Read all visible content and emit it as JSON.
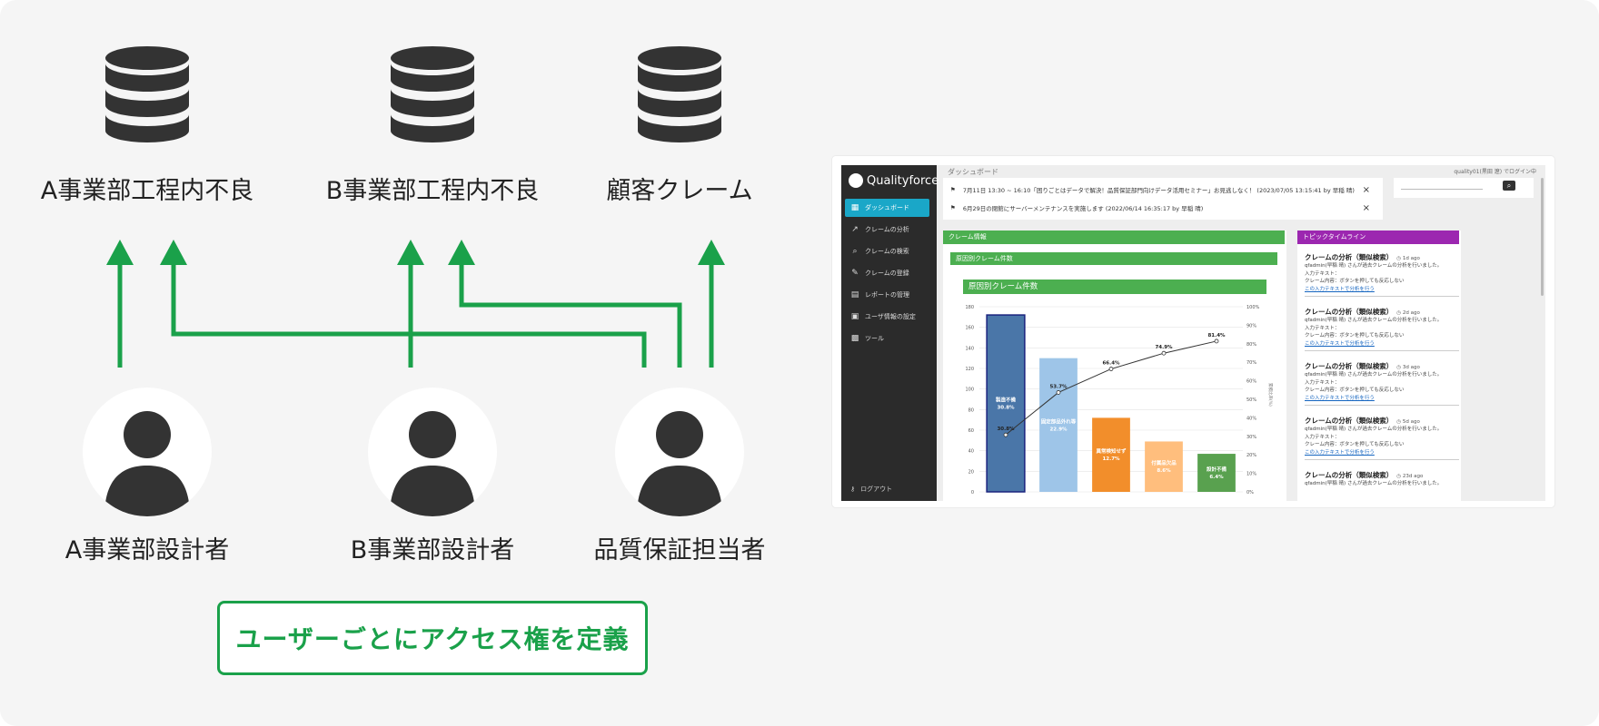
{
  "databases": [
    {
      "label": "A事業部工程内不良"
    },
    {
      "label": "B事業部工程内不良"
    },
    {
      "label": "顧客クレーム"
    }
  ],
  "users": [
    {
      "label": "A事業部設計者"
    },
    {
      "label": "B事業部設計者"
    },
    {
      "label": "品質保証担当者"
    }
  ],
  "access_note": "ユーザーごとにアクセス権を定義",
  "colors": {
    "accent": "#1aa14a",
    "dark_icon": "#333333"
  },
  "app": {
    "logo_text": "Qualityforce",
    "breadcrumb": "ダッシュボード",
    "user_info": "quality01(黒田 遼) でログイン中",
    "sidebar": [
      {
        "label": "ダッシュボード",
        "icon": "dashboard-icon"
      },
      {
        "label": "クレームの分析",
        "icon": "trend-icon"
      },
      {
        "label": "クレームの検索",
        "icon": "search-icon"
      },
      {
        "label": "クレームの登録",
        "icon": "pencil-icon"
      },
      {
        "label": "レポートの管理",
        "icon": "document-icon"
      },
      {
        "label": "ユーザ情報の設定",
        "icon": "user-card-icon"
      },
      {
        "label": "ツール",
        "icon": "tool-icon"
      }
    ],
    "logout": "ログアウト",
    "notices": [
      "7月11日 13:30 ~ 16:10「困りごとはデータで解決！品質保証部門向けデータ活用セミナー」お見逃しなく！ (2023/07/05 13:15:41 by 早稲 晴)",
      "6月29日の閉館にサーバーメンテナンスを実施します (2022/06/14 16:35:17 by 早稲 晴)"
    ],
    "panel_title": "クレーム情報",
    "sub_title": "原因別クレーム件数",
    "chart_title": "原因別クレーム件数",
    "timeline_title": "トピックタイムライン",
    "timeline": [
      {
        "title": "クレームの分析（類似検索）",
        "ago": "1d ago",
        "lines": [
          "qfadmin(早稲 晴) さんが過去クレームの分析を行いました。",
          "入力テキスト：",
          "クレーム内容：ボタンを押しても反応しない"
        ],
        "link": "この入力テキストで分析を行う"
      },
      {
        "title": "クレームの分析（類似検索）",
        "ago": "2d ago",
        "lines": [
          "qfadmin(早稲 晴) さんが過去クレームの分析を行いました。",
          "入力テキスト：",
          "クレーム内容：ボタンを押しても反応しない"
        ],
        "link": "この入力テキストで分析を行う"
      },
      {
        "title": "クレームの分析（類似検索）",
        "ago": "3d ago",
        "lines": [
          "qfadmin(早稲 晴) さんが過去クレームの分析を行いました。",
          "入力テキスト：",
          "クレーム内容：ボタンを押しても反応しない"
        ],
        "link": "この入力テキストで分析を行う"
      },
      {
        "title": "クレームの分析（類似検索）",
        "ago": "5d ago",
        "lines": [
          "qfadmin(早稲 晴) さんが過去クレームの分析を行いました。",
          "入力テキスト：",
          "クレーム内容：ボタンを押しても反応しない"
        ],
        "link": "この入力テキストで分析を行う"
      },
      {
        "title": "クレームの分析（類似検索）",
        "ago": "23d ago",
        "lines": [
          "qfadmin(早稲 晴) さんが過去クレームの分析を行いました。"
        ],
        "link": ""
      }
    ]
  },
  "chart_data": {
    "type": "bar",
    "categories": [
      "製造不備",
      "固定部品外れ等",
      "異常検知せず",
      "付属品欠品",
      "設計不備"
    ],
    "bar_labels": [
      [
        "製造不備",
        "30.8%"
      ],
      [
        "固定部品外れ等",
        "22.9%"
      ],
      [
        "異常検知せず",
        "12.7%"
      ],
      [
        "付属品欠品",
        "8.6%"
      ],
      [
        "設計不備",
        "6.4%"
      ]
    ],
    "values": [
      172,
      130,
      72,
      49,
      37
    ],
    "bar_colors": [
      "#4a76a8",
      "#9ec5e8",
      "#f28e2b",
      "#ffbe7d",
      "#59a14f"
    ],
    "cumulative_percent": [
      30.8,
      53.7,
      66.4,
      74.9,
      81.4
    ],
    "cumulative_labels": [
      "30.8%",
      "53.7%",
      "66.4%",
      "74.9%",
      "81.4%"
    ],
    "y_ticks": [
      "0",
      "20",
      "40",
      "60",
      "80",
      "100",
      "120",
      "140",
      "160",
      "180"
    ],
    "y2_ticks": [
      "0%",
      "10%",
      "20%",
      "30%",
      "40%",
      "50%",
      "60%",
      "70%",
      "80%",
      "90%",
      "100%"
    ],
    "ylim": [
      0,
      180
    ],
    "y2lim": [
      0,
      100
    ],
    "y2label": "累積比率(%)"
  }
}
